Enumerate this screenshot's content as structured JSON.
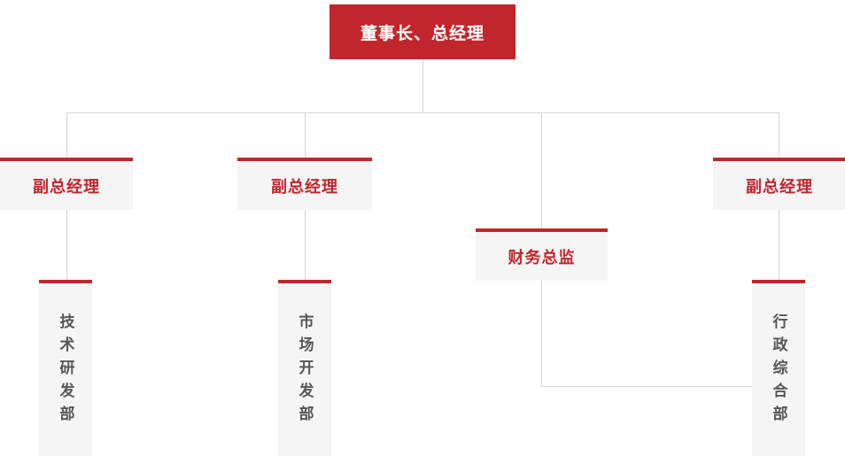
{
  "colors": {
    "brand_red": "#c1262d",
    "node_background": "#f5f5f5",
    "connector_line": "#d6d6d6",
    "dept_text": "#565656"
  },
  "org_chart": {
    "root": {
      "label": "董事长、总经理"
    },
    "level2": [
      {
        "id": "vp-left",
        "label": "副总经理"
      },
      {
        "id": "vp-middle",
        "label": "副总经理"
      },
      {
        "id": "finance-director",
        "label": "财务总监"
      },
      {
        "id": "vp-right",
        "label": "副总经理"
      }
    ],
    "level3": [
      {
        "id": "dept-tech",
        "label": "技术研发部"
      },
      {
        "id": "dept-market",
        "label": "市场开发部"
      },
      {
        "id": "dept-admin",
        "label": "行政综合部"
      }
    ]
  }
}
